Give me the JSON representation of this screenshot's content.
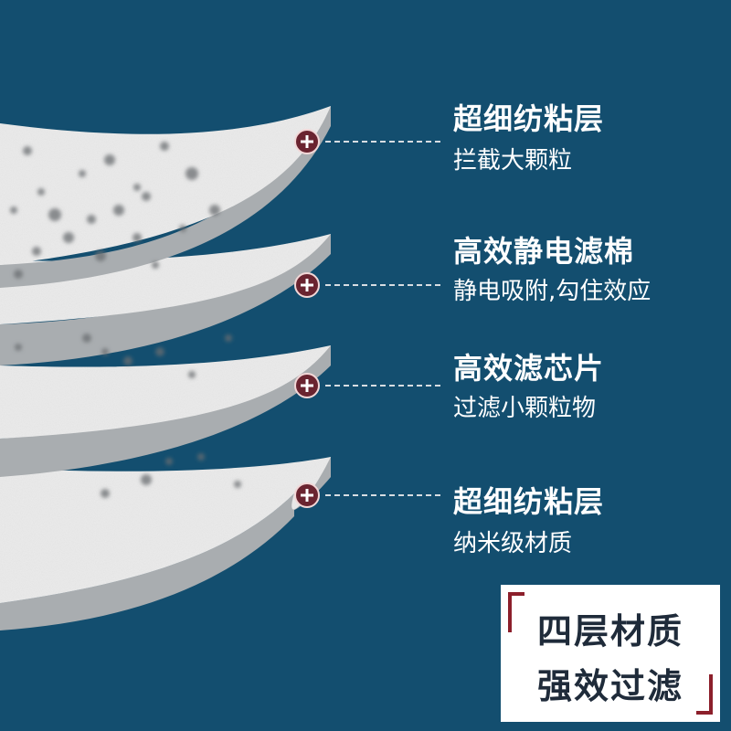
{
  "layers": [
    {
      "title": "超细纺粘层",
      "subtitle": "拦截大颗粒"
    },
    {
      "title": "高效静电滤棉",
      "subtitle": "静电吸附,勾住效应"
    },
    {
      "title": "高效滤芯片",
      "subtitle": "过滤小颗粒物"
    },
    {
      "title": "超细纺粘层",
      "subtitle": "纳米级材质"
    }
  ],
  "slogan": {
    "line1": "四层材质",
    "line2": "强效过滤"
  },
  "colors": {
    "background": "#134e6f",
    "layer_face": "#ececec",
    "layer_edge": "#a9adb0",
    "marker": "#6a2430",
    "accent_bracket": "#8c1f2b"
  }
}
